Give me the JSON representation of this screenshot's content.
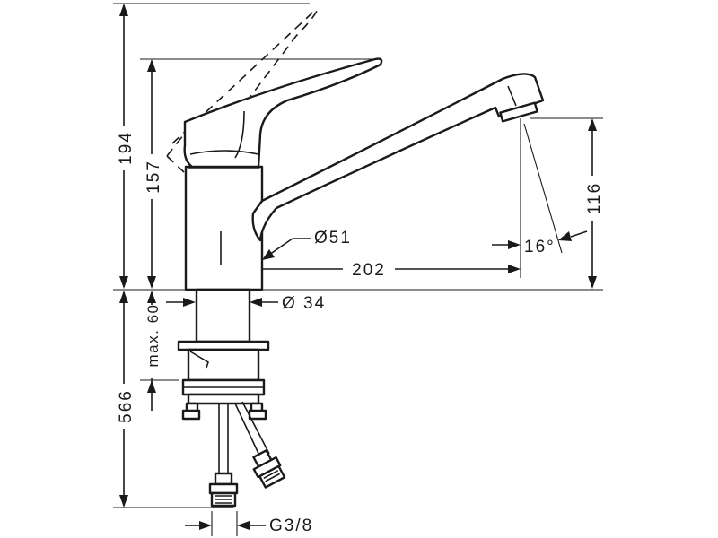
{
  "drawing": {
    "dimensions": {
      "total_height": "194",
      "body_height": "157",
      "spout_reach": "202",
      "spout_height": "116",
      "spout_angle": "16°",
      "spout_diameter": "Ø51",
      "shank_diameter": "Ø 34",
      "max_counter": "max. 60",
      "hose_length": "566",
      "connection": "G3/8"
    }
  }
}
